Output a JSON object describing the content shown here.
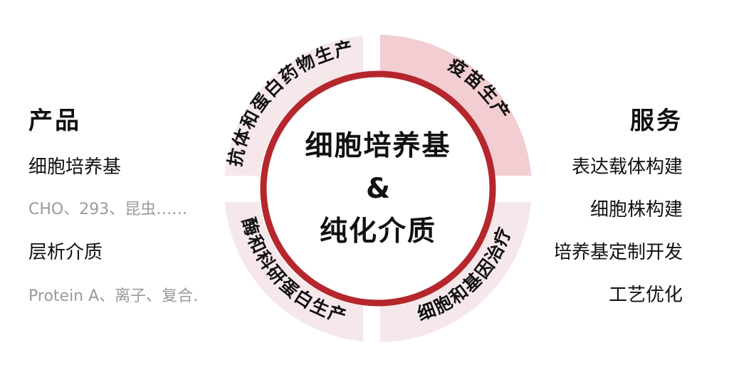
{
  "products": {
    "title": "产品",
    "items": [
      {
        "label": "细胞培养基",
        "sub": "CHO、293、昆虫……"
      },
      {
        "label": "层析介质",
        "sub": "Protein A、离子、复合……"
      }
    ]
  },
  "services": {
    "title": "服务",
    "items": [
      "表达载体构建",
      "细胞株构建",
      "培养基定制开发",
      "工艺优化"
    ]
  },
  "center": {
    "line1": "细胞培养基",
    "line2": "&",
    "line3": "纯化介质"
  },
  "segments": {
    "top_left": "抗体和蛋白药物生产",
    "top_right": "疫苗生产",
    "bottom_left": "酶和科研蛋白生产",
    "bottom_right": "细胞和基因治疗"
  },
  "colors": {
    "ring": "#b5262d",
    "segment_light": "#f6e8ea",
    "segment_highlight": "#f2cdd2",
    "sub_text": "#9a9a9a"
  }
}
